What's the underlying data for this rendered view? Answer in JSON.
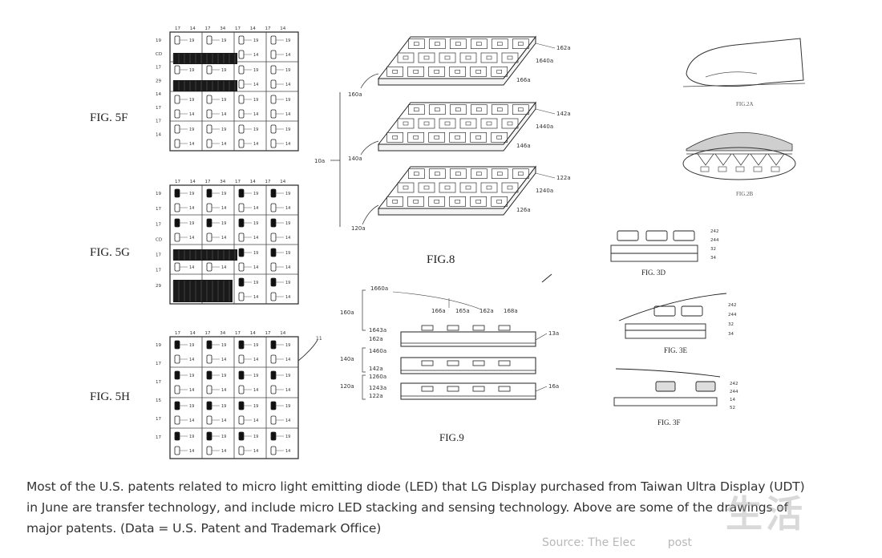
{
  "figures": {
    "fig5f": "FIG. 5F",
    "fig5g": "FIG. 5G",
    "fig5h": "FIG. 5H",
    "fig8": "FIG.8",
    "fig9": "FIG.9",
    "fig2a": "FIG.2A",
    "fig2b": "FIG.2B",
    "fig3d": "FIG. 3D",
    "fig3e": "FIG. 3E",
    "fig3f": "FIG. 3F"
  },
  "fig8_labels": {
    "top_162": "162a",
    "top_1640": "1640a",
    "top_166": "166a",
    "top_160": "160a",
    "mid_142": "142a",
    "mid_1440": "1440a",
    "mid_146": "146a",
    "mid_140": "140a",
    "bot_122": "122a",
    "bot_1240": "1240a",
    "bot_126": "126a",
    "bot_120": "120a",
    "root": "10a"
  },
  "fig9_labels": {
    "l1660": "1660a",
    "l160": "160a",
    "l1643": "1643a",
    "l162": "162a",
    "l1460": "1460a",
    "l140": "140a",
    "l142": "142a",
    "l1260": "1260a",
    "l120": "120a",
    "l1243": "1243a",
    "l122": "122a",
    "tops": [
      "166a",
      "165a",
      "162a",
      "168a"
    ],
    "r13": "13a",
    "r16": "16a"
  },
  "grid_labels": {
    "top": [
      "17",
      "14",
      "17",
      "34",
      "17",
      "14",
      "17",
      "14"
    ],
    "rows_5f": [
      "19",
      "CD",
      "17",
      "29",
      "14",
      "17",
      "17",
      "14"
    ],
    "rows_5g": [
      "19",
      "17",
      "17",
      "CD",
      "17",
      "17",
      "29"
    ],
    "rows_5h": [
      "19",
      "17",
      "17",
      "15",
      "17",
      "17"
    ]
  },
  "caption": {
    "line1": "Most of the U.S. patents related to micro light emitting diode (LED) that LG Display purchased from Taiwan Ultra Display (UDT)",
    "line2": "in June are transfer technology, and include micro LED stacking and sensing technology. Above are some of the drawings of",
    "line3": "major patents. (Data = U.S. Patent and Trademark Office)"
  },
  "source": {
    "part1": "Source: The Elec",
    "part2": "post"
  },
  "watermark": "生活"
}
